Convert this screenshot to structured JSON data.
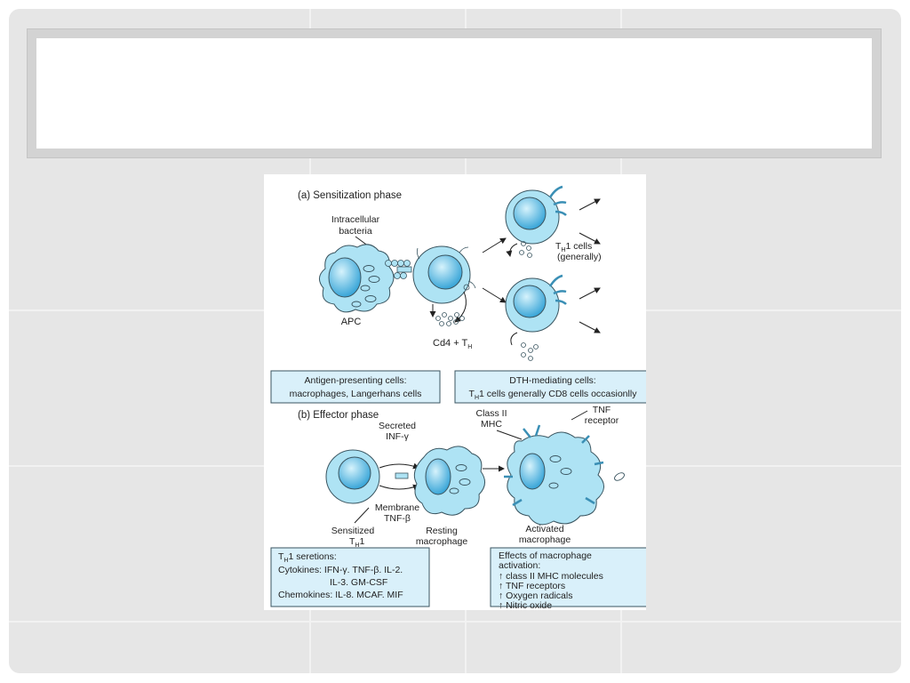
{
  "slide": {
    "title": ""
  },
  "figure": {
    "sensitization": {
      "heading": "(a) Sensitization phase",
      "bacteria_label": [
        "Intracellular",
        "bacteria"
      ],
      "apc_label": "APC",
      "cd4_label": "Cd4 + T",
      "cd4_sub": "H",
      "th1_label": "T",
      "th1_sub": "H",
      "th1_rest": "1 cells",
      "th1_line2": "(generally)"
    },
    "boxes": {
      "apc_line1": "Antigen-presenting cells:",
      "apc_line2": "macrophages, Langerhans cells",
      "dth_line1": "DTH-mediating cells:",
      "dth_line2_a": "T",
      "dth_line2_sub": "H",
      "dth_line2_b": "1 cells generally CD8 cells occasionlly"
    },
    "effector": {
      "heading": "(b) Effector phase",
      "secreted": [
        "Secreted",
        "INF-γ"
      ],
      "membrane": [
        "Membrane",
        "TNF-β"
      ],
      "sensitized": "Sensitized",
      "sensitized_t": "T",
      "sensitized_sub": "H",
      "sensitized_rest": "1",
      "resting": [
        "Resting",
        "macrophage"
      ],
      "class2": [
        "Class II",
        "MHC"
      ],
      "tnf_receptor": [
        "TNF",
        "receptor"
      ],
      "activated": [
        "Activated",
        "macrophage"
      ]
    },
    "secretions": {
      "head_t": "T",
      "head_sub": "H",
      "head_rest": "1 seretions:",
      "line1": "Cytokines: IFN-γ. TNF-β. IL-2.",
      "line2": "IL-3. GM-CSF",
      "line3": "Chemokines: IL-8. MCAF. MIF"
    },
    "effects": {
      "line1": "Effects of macrophage",
      "line2": "activation:",
      "items": [
        "↑ class II MHC molecules",
        "↑ TNF receptors",
        "↑ Oxygen radicals",
        "↑ Nitric oxide"
      ]
    }
  },
  "colors": {
    "cell": "#aee3f4",
    "nucleus": "#4fb4e0",
    "box": "#d9f0fa",
    "stroke": "#3a5560"
  }
}
